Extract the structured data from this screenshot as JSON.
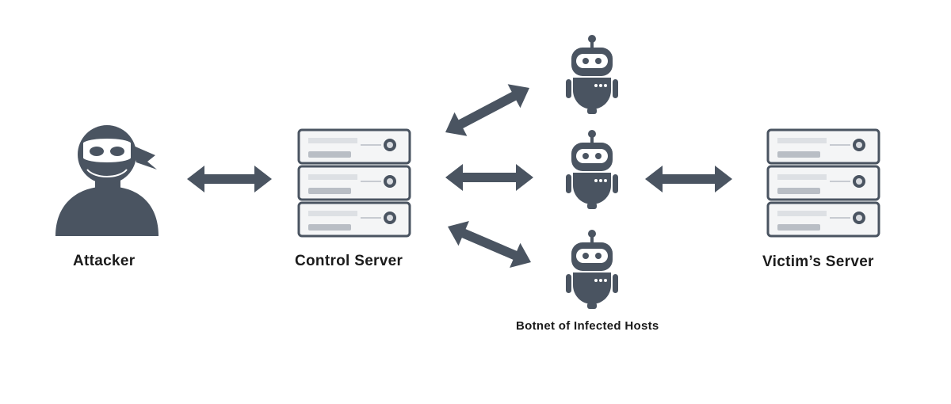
{
  "colors": {
    "icon": "#4a5461",
    "server_face": "#f4f5f6",
    "server_stroke": "#4a5461",
    "server_slot": "#b9bec5",
    "text": "#1b1b1b",
    "background": "#ffffff"
  },
  "nodes": {
    "attacker": {
      "label": "Attacker",
      "icon": "masked-person-icon"
    },
    "control_server": {
      "label": "Control Server",
      "icon": "server-stack-icon"
    },
    "botnet": {
      "label": "Botnet of Infected Hosts",
      "icon": "robot-icon",
      "bots": 3
    },
    "victim_server": {
      "label": "Victim’s Server",
      "icon": "server-stack-icon"
    }
  },
  "connections": [
    {
      "from": "attacker",
      "to": "control_server",
      "type": "bidirectional"
    },
    {
      "from": "control_server",
      "to": "bot-1",
      "type": "bidirectional"
    },
    {
      "from": "control_server",
      "to": "bot-2",
      "type": "bidirectional"
    },
    {
      "from": "control_server",
      "to": "bot-3",
      "type": "bidirectional"
    },
    {
      "from": "bot-2",
      "to": "victim_server",
      "type": "bidirectional"
    }
  ]
}
